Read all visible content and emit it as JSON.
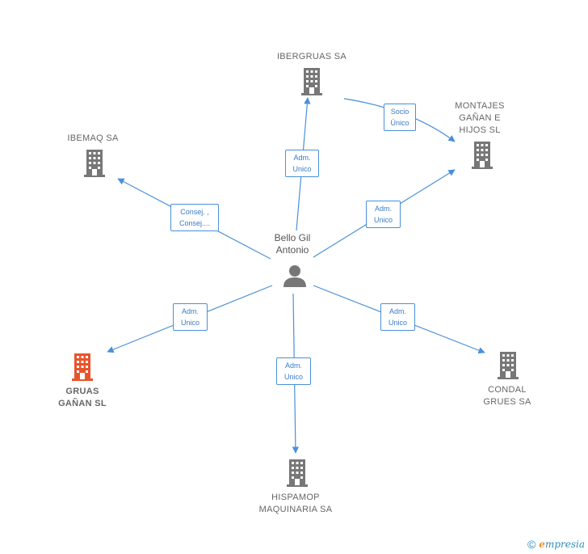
{
  "center": {
    "label": "Bello Gil\nAntonio"
  },
  "nodes": {
    "ibergruas": {
      "label": "IBERGRUAS SA",
      "color": "#777777"
    },
    "montajes": {
      "label": "MONTAJES\nGAÑAN E\nHIJOS SL",
      "color": "#777777"
    },
    "ibemaq": {
      "label": "IBEMAQ SA",
      "color": "#777777"
    },
    "gruas": {
      "label": "GRUAS\nGAÑAN SL",
      "color": "#e8542a"
    },
    "condal": {
      "label": "CONDAL\nGRUES SA",
      "color": "#777777"
    },
    "hispamop": {
      "label": "HISPAMOP\nMAQUINARIA SA",
      "color": "#777777"
    }
  },
  "edges": {
    "to_ibergruas": "Adm.\nUnico",
    "ibergruas_montajes": "Socio\nÚnico",
    "to_montajes": "Adm.\nUnico",
    "to_ibemaq": "Consej. ,\nConsej....",
    "to_gruas": "Adm.\nUnico",
    "to_condal": "Adm.\nUnico",
    "to_hispamop": "Adm.\nUnico"
  },
  "colors": {
    "edge": "#4a90d9",
    "person": "#777777"
  },
  "footer": {
    "copyright": "©",
    "brand_initial": "e",
    "brand_rest": "mpresia"
  }
}
